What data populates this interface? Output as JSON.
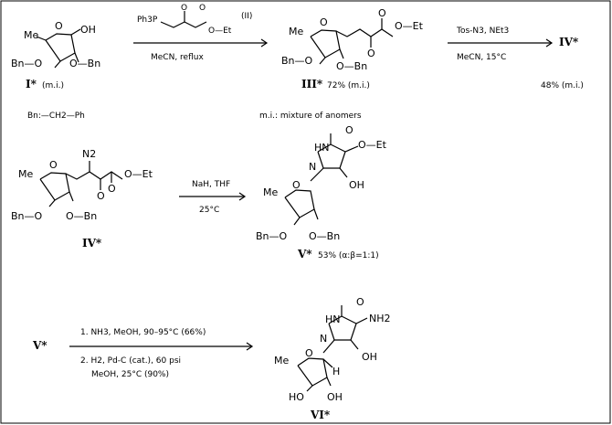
{
  "scheme": {
    "row1": {
      "step1_reagent": "Ph3P",
      "step1_reagent_suffix": "(II)",
      "step1_conditions": "MeCN, reflux",
      "step2_reagents": "Tos-N3, NEt3",
      "step2_conditions": "MeCN, 15°C",
      "cmpd_I": "I*",
      "cmpd_I_note": "(m.i.)",
      "cmpd_III": "III*",
      "cmpd_III_yield": "72% (m.i.)",
      "cmpd_IV": "IV*",
      "cmpd_IV_yield": "48% (m.i.)",
      "bn_def": "Bn:—CH2—Ph",
      "mi_def": "m.i.: mixture of anomers"
    },
    "row2": {
      "reagents": "NaH, THF",
      "conditions": "25°C",
      "cmpd_IV": "IV*",
      "cmpd_V": "V*",
      "cmpd_V_yield": "53% (α:β=1:1)"
    },
    "row3": {
      "start": "V*",
      "step1": "1. NH3, MeOH, 90–95°C (66%)",
      "step2": "2. H2, Pd-C (cat.), 60 psi",
      "step2b": "MeOH, 25°C (90%)",
      "cmpd_VI": "VI*"
    },
    "atoms": {
      "me": "Me",
      "oh": "OH",
      "o": "O",
      "bno": "Bn—O",
      "obn": "O—Bn",
      "oet": "O—Et",
      "n": "N",
      "hn": "HN",
      "n2": "N2",
      "ho": "HO",
      "h": "H",
      "nh2": "NH2"
    }
  }
}
